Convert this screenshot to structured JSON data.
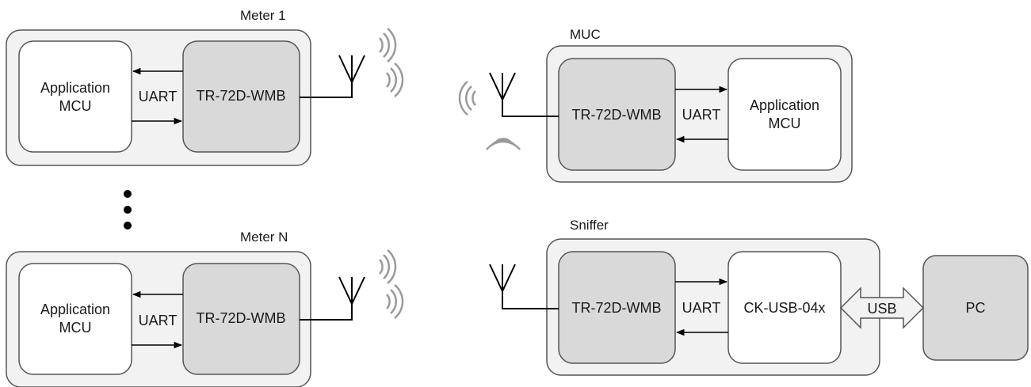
{
  "colors": {
    "frame_fill": "#f2f2f2",
    "frame_stroke": "#555555",
    "module_fill": "#d9d9d9",
    "block_fill": "#ffffff",
    "line": "#000000",
    "wave": "#9a9a9a"
  },
  "meter1": {
    "title": "Meter 1",
    "app_line1": "Application",
    "app_line2": "MCU",
    "bus": "UART",
    "module": "TR-72D-WMB"
  },
  "meterN": {
    "title": "Meter N",
    "app_line1": "Application",
    "app_line2": "MCU",
    "bus": "UART",
    "module": "TR-72D-WMB"
  },
  "muc": {
    "title": "MUC",
    "module": "TR-72D-WMB",
    "bus": "UART",
    "app_line1": "Application",
    "app_line2": "MCU"
  },
  "sniffer": {
    "title": "Sniffer",
    "module": "TR-72D-WMB",
    "bus": "UART",
    "usb_device": "CK-USB-04x",
    "usb_label": "USB"
  },
  "pc": {
    "label": "PC"
  },
  "icons": [
    "antenna-icon",
    "radio-waves-icon",
    "ellipsis-dots-icon"
  ]
}
